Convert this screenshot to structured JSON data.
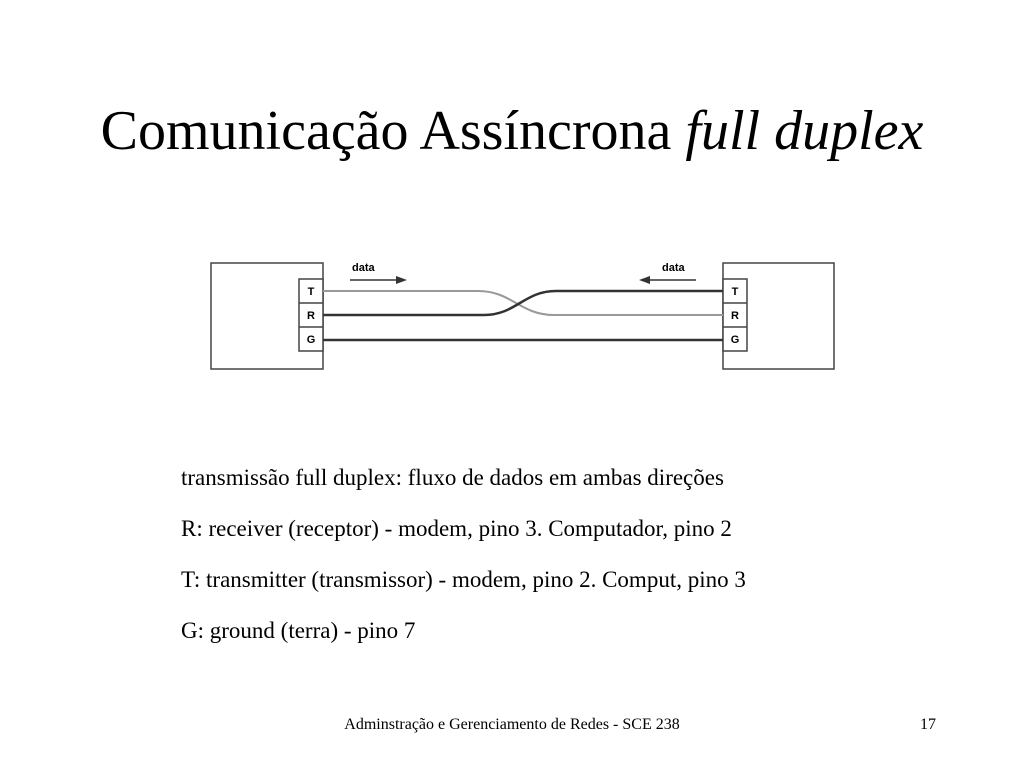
{
  "slide": {
    "title_main": "Comunicação Assíncrona ",
    "title_emphasis": "full duplex"
  },
  "diagram": {
    "left_device": {
      "pins": [
        "T",
        "R",
        "G"
      ],
      "arrow_label": "data"
    },
    "right_device": {
      "pins": [
        "T",
        "R",
        "G"
      ],
      "arrow_label": "data"
    },
    "colors": {
      "line_dark": "#333333",
      "line_light": "#999999"
    }
  },
  "bullets": [
    "transmissão full duplex: fluxo de dados em ambas direções",
    "R: receiver (receptor)  - modem, pino 3. Computador, pino 2",
    "T: transmitter (transmissor) - modem, pino 2. Comput, pino 3",
    "G: ground (terra) - pino 7"
  ],
  "footer": {
    "text": "Adminstração e Gerenciamento de Redes - SCE 238",
    "page_number": "17"
  }
}
